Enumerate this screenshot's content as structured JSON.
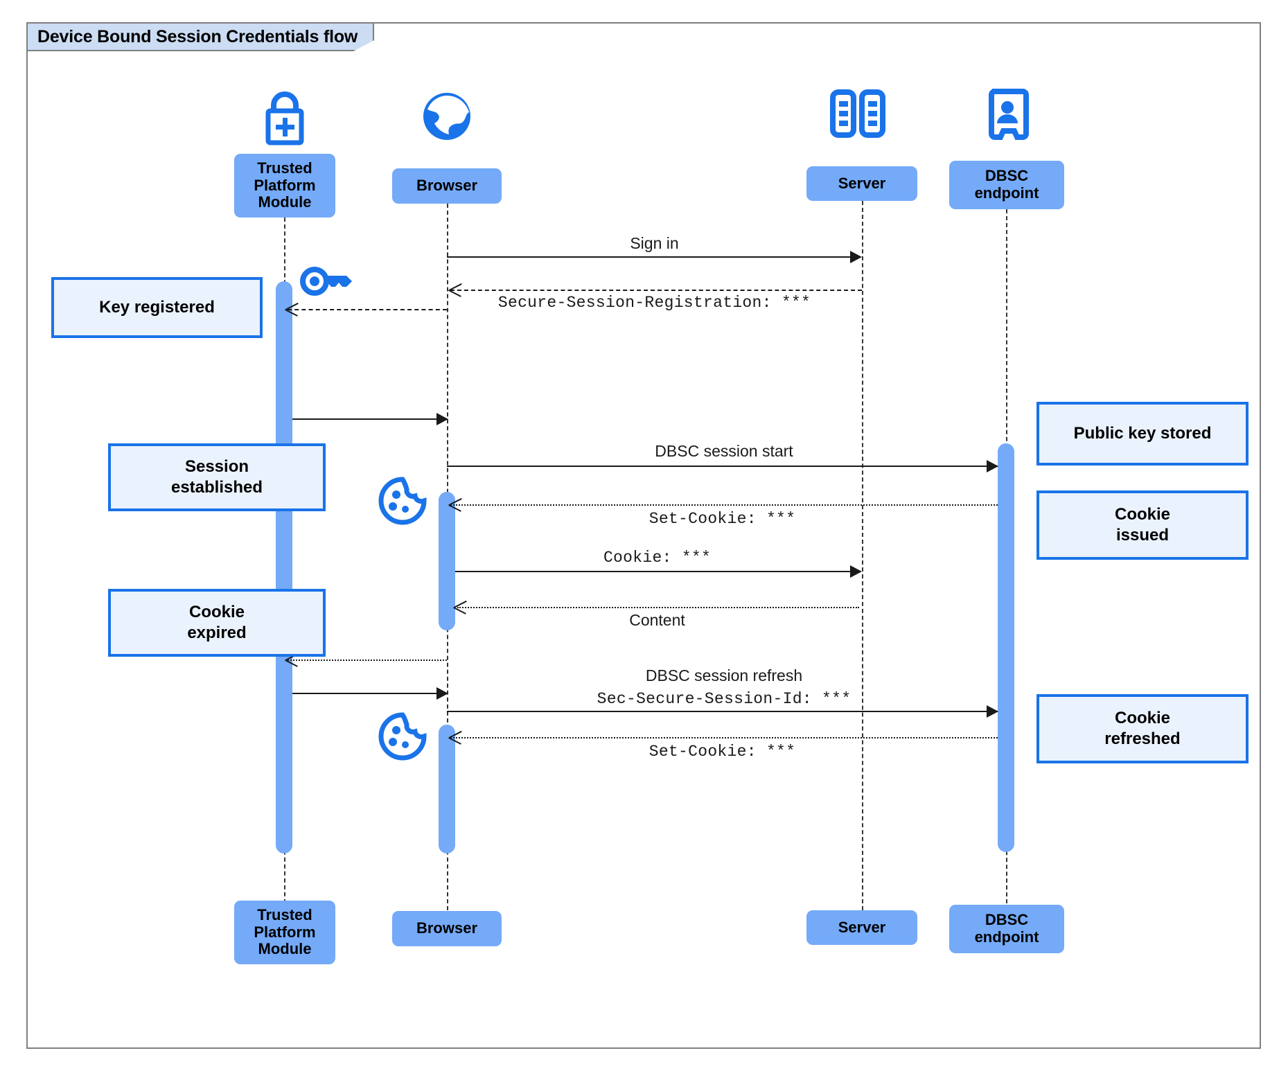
{
  "frame": {
    "title": "Device Bound Session Credentials flow"
  },
  "participants": [
    {
      "id": "tpm",
      "name": "Trusted\nPlatform\nModule",
      "label": "Trusted Platform Module",
      "icon": "lock-plus-icon"
    },
    {
      "id": "browser",
      "name": "Browser",
      "label": "Browser",
      "icon": "globe-icon"
    },
    {
      "id": "server",
      "name": "Server",
      "label": "Server",
      "icon": "server-racks-icon"
    },
    {
      "id": "dbsc",
      "name": "DBSC\nendpoint",
      "label": "DBSC endpoint",
      "icon": "id-badge-icon"
    }
  ],
  "participant_labels": {
    "tpm_line1": "Trusted",
    "tpm_line2": "Platform",
    "tpm_line3": "Module",
    "browser": "Browser",
    "server": "Server",
    "dbsc_line1": "DBSC",
    "dbsc_line2": "endpoint"
  },
  "messages": [
    {
      "id": "m1",
      "from": "browser",
      "to": "server",
      "text": "Sign in",
      "style": "solid",
      "font": "sans"
    },
    {
      "id": "m2",
      "from": "server",
      "to": "browser",
      "text": "Secure-Session-Registration: ***",
      "style": "dashed",
      "font": "mono"
    },
    {
      "id": "m3",
      "from": "browser",
      "to": "tpm",
      "text": "",
      "style": "dashed",
      "font": "sans"
    },
    {
      "id": "m4",
      "from": "tpm",
      "to": "browser",
      "text": "",
      "style": "solid",
      "font": "sans"
    },
    {
      "id": "m5",
      "from": "browser",
      "to": "dbsc",
      "text": "DBSC session start",
      "style": "solid",
      "font": "sans"
    },
    {
      "id": "m6",
      "from": "dbsc",
      "to": "browser",
      "text": "Set-Cookie: ***",
      "style": "dotted",
      "font": "mono"
    },
    {
      "id": "m7",
      "from": "browser",
      "to": "server",
      "text": "Cookie: ***",
      "style": "solid",
      "font": "mono"
    },
    {
      "id": "m8",
      "from": "server",
      "to": "browser",
      "text": "Content",
      "style": "dotted",
      "font": "sans"
    },
    {
      "id": "m9",
      "from": "browser",
      "to": "tpm",
      "text": "",
      "style": "dotted",
      "font": "sans"
    },
    {
      "id": "m10",
      "from": "tpm",
      "to": "browser",
      "text": "",
      "style": "solid",
      "font": "sans"
    },
    {
      "id": "m11",
      "from": "browser",
      "to": "dbsc",
      "text": "DBSC session refresh",
      "style": "solid",
      "font": "sans"
    },
    {
      "id": "m11b",
      "from": "browser",
      "to": "dbsc",
      "text": "Sec-Secure-Session-Id: ***",
      "style": "solid",
      "font": "mono"
    },
    {
      "id": "m12",
      "from": "dbsc",
      "to": "browser",
      "text": "Set-Cookie: ***",
      "style": "dotted",
      "font": "mono"
    }
  ],
  "notes": [
    {
      "id": "n1",
      "side": "left",
      "text": "Key registered"
    },
    {
      "id": "n2",
      "side": "left",
      "line1": "Session",
      "line2": "established"
    },
    {
      "id": "n3",
      "side": "left",
      "line1": "Cookie",
      "line2": "expired"
    },
    {
      "id": "n4",
      "side": "right",
      "text": "Public key stored"
    },
    {
      "id": "n5",
      "side": "right",
      "line1": "Cookie",
      "line2": "issued"
    },
    {
      "id": "n6",
      "side": "right",
      "line1": "Cookie",
      "line2": "refreshed"
    }
  ],
  "inline_icons": [
    {
      "id": "key-icon",
      "name": "key-icon",
      "near": "tpm"
    },
    {
      "id": "cookie-icon-1",
      "name": "cookie-icon",
      "near": "browser"
    },
    {
      "id": "cookie-icon-2",
      "name": "cookie-icon",
      "near": "browser"
    }
  ],
  "colors": {
    "participant_fill": "#74aaf8",
    "icon_blue": "#1a73e8",
    "note_fill": "#eaf2fd",
    "note_border": "#1a73e8",
    "frame_border": "#7f7f7f",
    "frame_title_fill": "#cbdcf3",
    "activation_fill": "#74aaf8",
    "line": "#1a1a1a"
  }
}
